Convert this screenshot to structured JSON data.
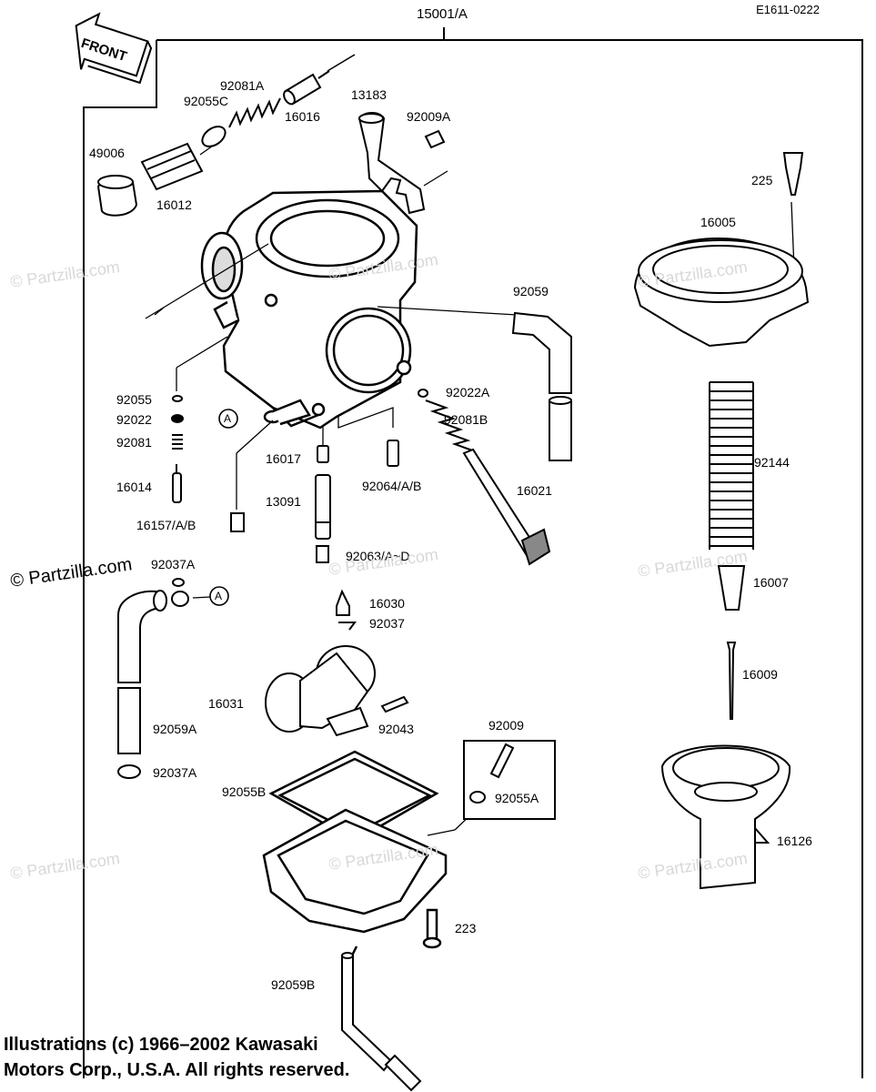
{
  "diagram": {
    "ref_code": "E1611-0222",
    "assembly_number": "15001/A",
    "front_label": "FRONT",
    "parts": [
      {
        "id": "49006"
      },
      {
        "id": "92055C"
      },
      {
        "id": "92081A"
      },
      {
        "id": "16016"
      },
      {
        "id": "16012"
      },
      {
        "id": "13183"
      },
      {
        "id": "92009A"
      },
      {
        "id": "225"
      },
      {
        "id": "16005"
      },
      {
        "id": "92059"
      },
      {
        "id": "92055"
      },
      {
        "id": "92022"
      },
      {
        "id": "92081"
      },
      {
        "id": "16014"
      },
      {
        "id": "16157/A/B"
      },
      {
        "id": "16017"
      },
      {
        "id": "13091"
      },
      {
        "id": "92064/A/B"
      },
      {
        "id": "92022A"
      },
      {
        "id": "92081B"
      },
      {
        "id": "16021"
      },
      {
        "id": "92063/A~D"
      },
      {
        "id": "92144"
      },
      {
        "id": "92037A"
      },
      {
        "id": "16030"
      },
      {
        "id": "92037"
      },
      {
        "id": "16007"
      },
      {
        "id": "16009"
      },
      {
        "id": "16031"
      },
      {
        "id": "92043"
      },
      {
        "id": "92059A"
      },
      {
        "id": "92037A"
      },
      {
        "id": "92009"
      },
      {
        "id": "92055A"
      },
      {
        "id": "92055B"
      },
      {
        "id": "16126"
      },
      {
        "id": "223"
      },
      {
        "id": "92059B"
      }
    ],
    "callout_marker": "A",
    "watermark": "© Partzilla.com",
    "copyright_line1": "Illustrations (c) 1966–2002 Kawasaki",
    "copyright_line2": "Motors Corp., U.S.A.  All rights reserved."
  }
}
